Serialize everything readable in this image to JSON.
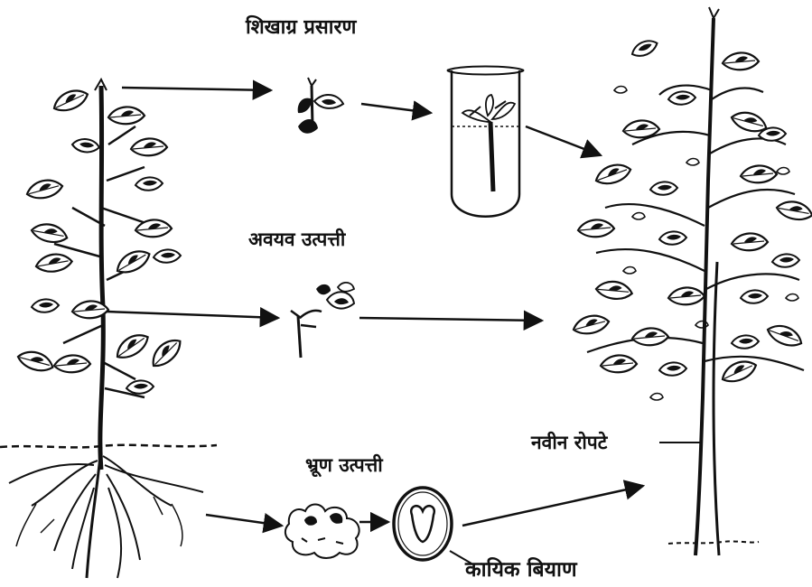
{
  "labels": {
    "shoot_tip_propagation": "शिखाग्र  प्रसारण",
    "organogenesis": "अवयव उत्पत्ती",
    "embryogenesis": "भ्रूण उत्पत्ती",
    "new_plantlet": "नवीन रोपटे",
    "somatic_seed": "कायिक बियाण"
  },
  "colors": {
    "ink": "#111111",
    "background": "#ffffff"
  }
}
